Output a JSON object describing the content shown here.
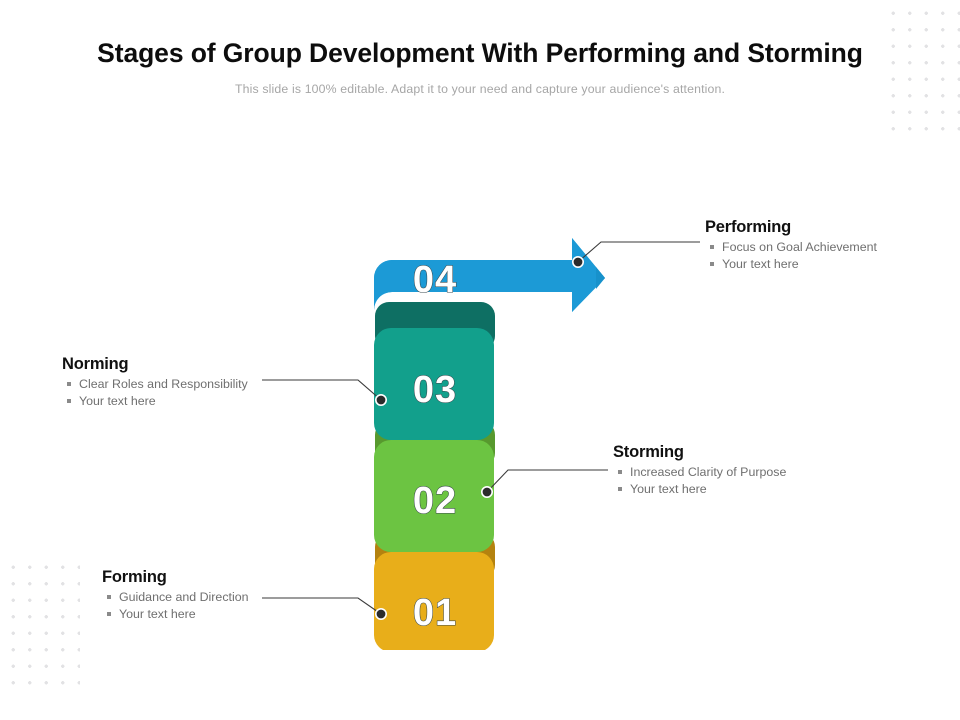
{
  "slide": {
    "title": "Stages of Group Development With Performing and Storming",
    "subtitle": "This slide is 100% editable. Adapt it to your need and capture your audience's attention."
  },
  "colors": {
    "stage_01": "#E8AE1A",
    "stage_01_shadow": "#B4820F",
    "stage_02": "#6CC442",
    "stage_02_shadow": "#57992E",
    "stage_03": "#12A08C",
    "stage_03_shadow": "#0E6F63",
    "stage_04": "#1C9AD6",
    "stage_04_shadow": "#1680B4",
    "title_text": "#0D0D0D",
    "subtitle_text": "#A6A6A6",
    "body_text": "#6F6F6F",
    "connector_line": "#3A3A3A",
    "connector_dot": "#2B2B2B",
    "dot_grid": "#E2E2E4"
  },
  "stages": [
    {
      "number": "01",
      "label": "Forming",
      "bullets": [
        "Guidance and Direction",
        "Your text here"
      ]
    },
    {
      "number": "02",
      "label": "Storming",
      "bullets": [
        "Increased Clarity of Purpose",
        "Your text here"
      ]
    },
    {
      "number": "03",
      "label": "Norming",
      "bullets": [
        "Clear Roles and Responsibility",
        "Your text here"
      ]
    },
    {
      "number": "04",
      "label": "Performing",
      "bullets": [
        "Focus on Goal Achievement",
        "Your text here"
      ]
    }
  ]
}
